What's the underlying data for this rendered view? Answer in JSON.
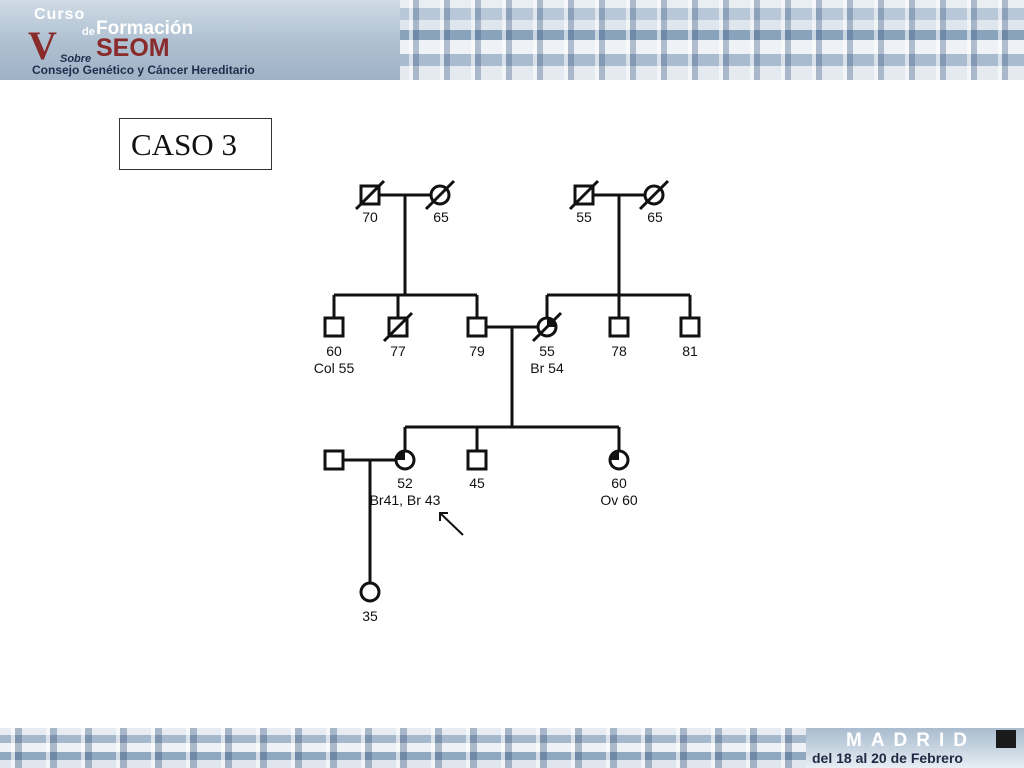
{
  "header": {
    "logo_curso": "Curso",
    "logo_de": "de",
    "logo_formacion": "Formación",
    "logo_seom": "SEOM",
    "logo_sobre": "Sobre",
    "logo_subtitle": "Consejo Genético y Cáncer Hereditario"
  },
  "title": "CASO 3",
  "pedigree": {
    "gen1": {
      "pat_grandfather": {
        "label": "70"
      },
      "pat_grandmother": {
        "label": "65"
      },
      "mat_grandfather": {
        "label": "55"
      },
      "mat_grandmother": {
        "label": "65"
      }
    },
    "gen2": {
      "uncle1": {
        "label": "60",
        "note": "Col 55"
      },
      "uncle2": {
        "label": "77"
      },
      "father": {
        "label": "79"
      },
      "mother": {
        "label": "55",
        "note": "Br 54"
      },
      "mat_uncle1": {
        "label": "78"
      },
      "mat_uncle2": {
        "label": "81"
      }
    },
    "gen3": {
      "proband": {
        "label": "52",
        "note": "Br41, Br 43"
      },
      "brother": {
        "label": "45"
      },
      "sister": {
        "label": "60",
        "note": "Ov 60"
      }
    },
    "gen4": {
      "daughter": {
        "label": "35"
      }
    }
  },
  "footer": {
    "city": "MADRID",
    "dates": "del 18 al 20 de Febrero"
  }
}
